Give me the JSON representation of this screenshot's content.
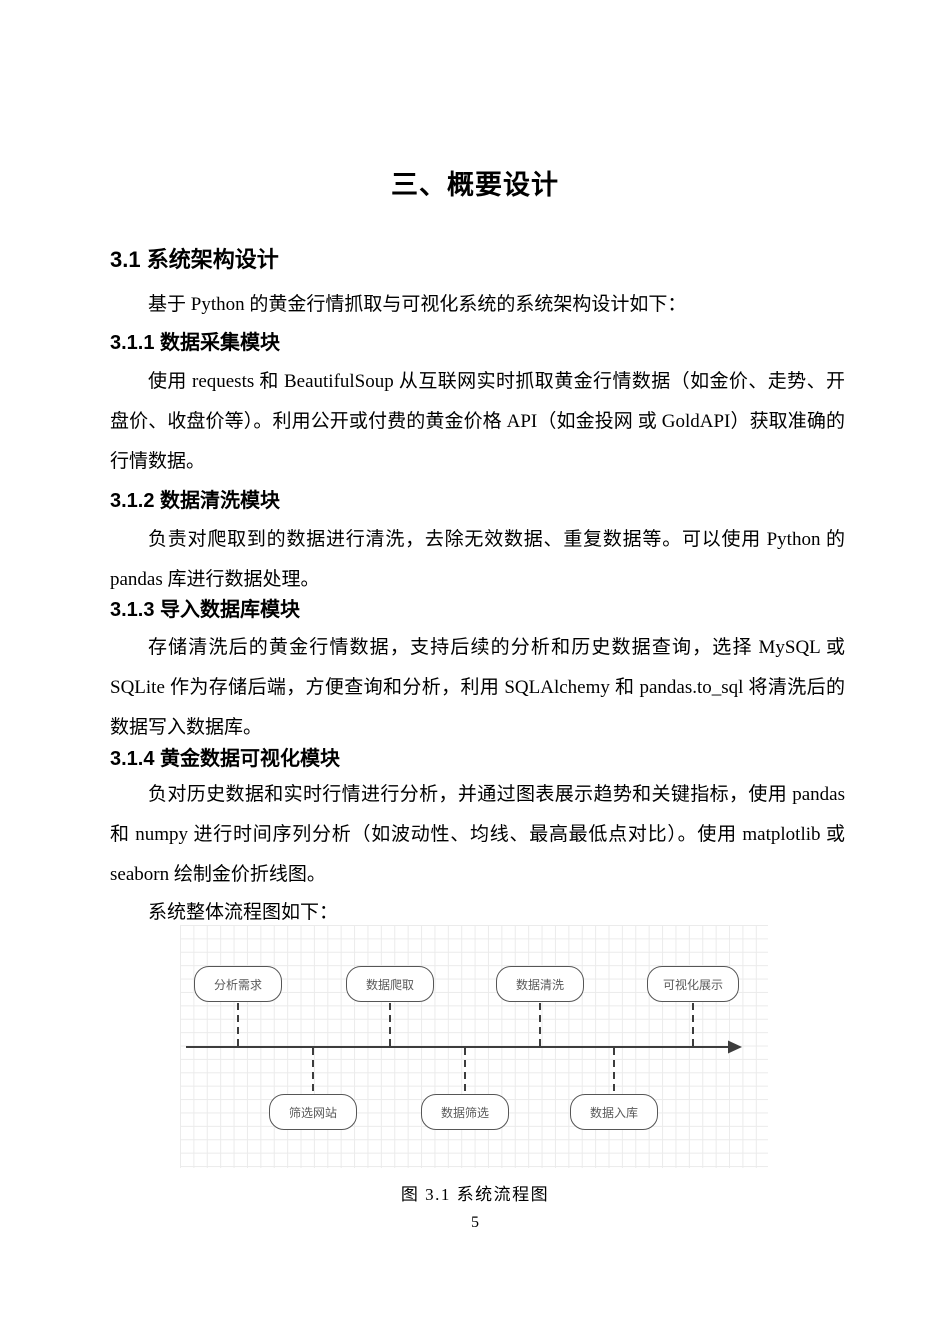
{
  "doc": {
    "chapter_title": "三、概要设计",
    "page_number": "5"
  },
  "sections": {
    "s31": {
      "heading": "3.1 系统架构设计",
      "intro": "基于 Python 的黄金行情抓取与可视化系统的系统架构设计如下："
    },
    "s311": {
      "heading": "3.1.1 数据采集模块",
      "body": "使用 requests 和 BeautifulSoup 从互联网实时抓取黄金行情数据（如金价、走势、开盘价、收盘价等）。利用公开或付费的黄金价格 API（如金投网 或 GoldAPI）获取准确的行情数据。"
    },
    "s312": {
      "heading": "3.1.2 数据清洗模块",
      "body": "负责对爬取到的数据进行清洗，去除无效数据、重复数据等。可以使用 Python 的 pandas 库进行数据处理。"
    },
    "s313": {
      "heading": "3.1.3 导入数据库模块",
      "body": "存储清洗后的黄金行情数据，支持后续的分析和历史数据查询，选择 MySQL 或 SQLite 作为存储后端，方便查询和分析，利用 SQLAlchemy 和 pandas.to_sql 将清洗后的数据写入数据库。"
    },
    "s314": {
      "heading": "3.1.4 黄金数据可视化模块",
      "body": "负对历史数据和实时行情进行分析，并通过图表展示趋势和关键指标，使用 pandas 和 numpy 进行时间序列分析（如波动性、均线、最高最低点对比）。使用 matplotlib 或 seaborn 绘制金价折线图。",
      "flow_lead": "系统整体流程图如下："
    }
  },
  "diagram": {
    "top_nodes": [
      "分析需求",
      "数据爬取",
      "数据清洗",
      "可视化展示"
    ],
    "bottom_nodes": [
      "筛选网站",
      "数据筛选",
      "数据入库"
    ],
    "caption": "图 3.1 系统流程图",
    "colors": {
      "node_border": "#565656",
      "line": "#3d3d3d",
      "grid": "#ebebeb",
      "node_text": "#595959",
      "text": "#000000"
    }
  }
}
